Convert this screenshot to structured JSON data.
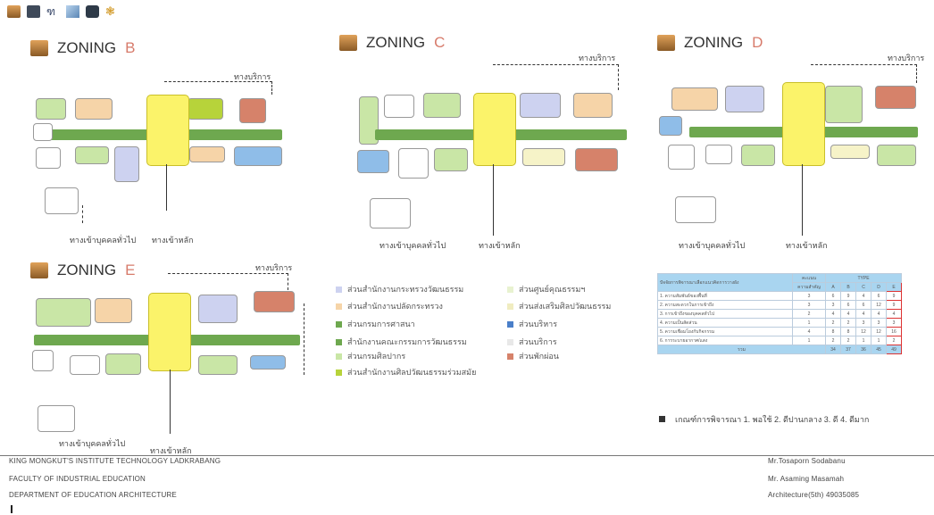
{
  "colors": {
    "green": "#6ea84f",
    "yellow": "#fbf36a",
    "peach": "#f6d4a8",
    "lightgreen": "#c9e6a6",
    "blue": "#8fbde8",
    "salmon": "#d6826a",
    "lavender": "#cdd2f0",
    "accent_letter": "#d77b6b"
  },
  "toolbar_icons": [
    "brick-icon",
    "calendar-icon",
    "signpost-icon",
    "pencil-icon",
    "camera-icon",
    "ornament-icon"
  ],
  "zones": {
    "b": {
      "word": "ZONING",
      "letter": "B",
      "service_label": "ทางบริการ",
      "main_entry": "ทางเข้าหลัก",
      "public_entry": "ทางเข้าบุคคลทั่วไป"
    },
    "c": {
      "word": "ZONING",
      "letter": "C",
      "service_label": "ทางบริการ",
      "main_entry": "ทางเข้าหลัก",
      "public_entry": "ทางเข้าบุคคลทั่วไป"
    },
    "d": {
      "word": "ZONING",
      "letter": "D",
      "service_label": "ทางบริการ",
      "main_entry": "ทางเข้าหลัก",
      "public_entry": "ทางเข้าบุคคลทั่วไป"
    },
    "e": {
      "word": "ZONING",
      "letter": "E",
      "service_label": "ทางบริการ",
      "main_entry": "ทางเข้าหลัก",
      "public_entry": "ทางเข้าบุคคลทั่วไป"
    }
  },
  "legend": {
    "left": [
      {
        "text": "ส่วนสำนักงานกระทรวงวัฒนธรรม",
        "color": "#cdd2f0"
      },
      {
        "text": "ส่วนสำนักงานปลัดกระทรวง",
        "color": "#f6d4a8"
      },
      {
        "text": "ส่วนกรมการศาสนา",
        "color": "#6ea84f"
      },
      {
        "text": "สำนักงานคณะกรรมการวัฒนธรรม",
        "color": "#6ea84f"
      },
      {
        "text": "ส่วนกรมศิลปากร",
        "color": "#c9e6a6"
      },
      {
        "text": "ส่วนสำนักงานศิลปวัฒนธรรมร่วมสมัย",
        "color": "#b7d33a"
      }
    ],
    "right": [
      {
        "text": "ส่วนศูนย์คุณธรรมฯ",
        "color": "#e8f2d0"
      },
      {
        "text": "ส่วนส่งเสริมศิลปวัฒนธรรม",
        "color": "#f0ecc0"
      },
      {
        "text": "ส่วนบริหาร",
        "color": "#4a7fc9"
      },
      {
        "text": "ส่วนบริการ",
        "color": "#e8e8e8"
      },
      {
        "text": "ส่วนพักผ่อน",
        "color": "#d6826a"
      }
    ]
  },
  "table": {
    "head_desc": "ปัจจัยการพิจารณาเลือกแนวคิดการวางผัง",
    "head_score": "คะแนน",
    "head_weight": "ความสำคัญ",
    "head_type": "TYPE",
    "types": [
      "A",
      "B",
      "C",
      "D",
      "E"
    ],
    "rows": [
      {
        "desc": "1. ความสัมพันธ์ของพื้นที่",
        "w": "3",
        "v": [
          "6",
          "9",
          "4",
          "6",
          "9"
        ]
      },
      {
        "desc": "2. ความสะดวกในการเข้าถึง",
        "w": "3",
        "v": [
          "3",
          "6",
          "6",
          "12",
          "9"
        ]
      },
      {
        "desc": "3. การเข้าถึงของบุคคลทั่วไป",
        "w": "2",
        "v": [
          "4",
          "4",
          "4",
          "4",
          "4"
        ]
      },
      {
        "desc": "4. ความเป็นสัดส่วน",
        "w": "1",
        "v": [
          "2",
          "2",
          "3",
          "3",
          "3"
        ]
      },
      {
        "desc": "5. ความเชื่อมโยงกับกิจกรรม",
        "w": "4",
        "v": [
          "8",
          "8",
          "12",
          "12",
          "16"
        ]
      },
      {
        "desc": "6. การระบายอากาศ/แสง",
        "w": "1",
        "v": [
          "2",
          "2",
          "1",
          "1",
          "2"
        ]
      }
    ],
    "total_label": "รวม",
    "totals": [
      "34",
      "37",
      "36",
      "45",
      "49"
    ]
  },
  "criteria": "เกณฑ์การพิจารณา   1. พอใช้   2. ดีปานกลาง   3. ดี   4. ดีมาก",
  "footer": {
    "left": [
      "KING MONGKUT'S INSTITUTE TECHNOLOGY LADKRABANG",
      "FACULTY OF INDUSTRIAL EDUCATION",
      "DEPARTMENT OF EDUCATION ARCHITECTURE"
    ],
    "right": [
      "Mr.Tosaporn  Sodabanu",
      "Mr. Asaming  Masamah",
      "Architecture(5th) 49035085"
    ]
  }
}
